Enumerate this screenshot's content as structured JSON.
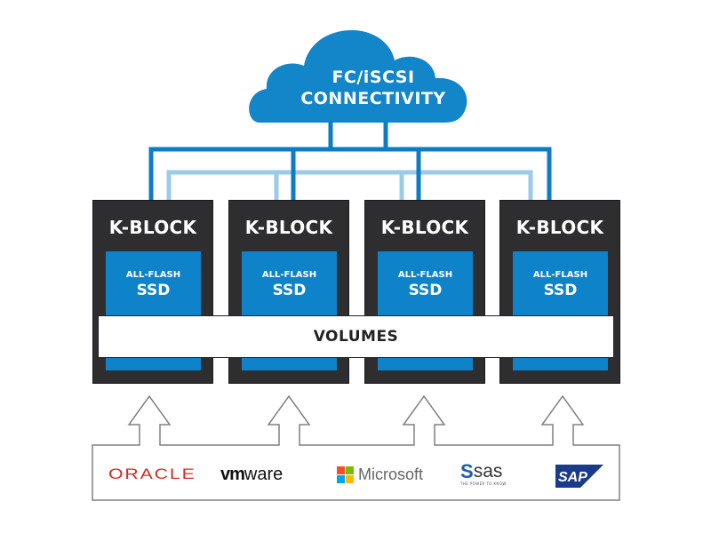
{
  "colors": {
    "cloud_blue": "#1385c9",
    "line_dark_blue": "#0e7cc4",
    "line_light_blue": "#9ccbe8",
    "kblock_bg": "#2e2e30",
    "ssd_blue": "#0f83c9",
    "outline_gray": "#808080",
    "oracle_red": "#d42a2a",
    "sap_blue": "#1a3b8a"
  },
  "cloud": {
    "line1": "FC/iSCSI",
    "line2": "CONNECTIVITY"
  },
  "kblocks": [
    {
      "title": "K-BLOCK",
      "ssd_sub": "ALL-FLASH",
      "ssd_main": "SSD"
    },
    {
      "title": "K-BLOCK",
      "ssd_sub": "ALL-FLASH",
      "ssd_main": "SSD"
    },
    {
      "title": "K-BLOCK",
      "ssd_sub": "ALL-FLASH",
      "ssd_main": "SSD"
    },
    {
      "title": "K-BLOCK",
      "ssd_sub": "ALL-FLASH",
      "ssd_main": "SSD"
    }
  ],
  "volumes": {
    "label": "VOLUMES"
  },
  "applications": {
    "oracle": "ORACLE",
    "vmware_bold": "vm",
    "vmware_rest": "ware",
    "microsoft": "Microsoft",
    "microsoft_colors": [
      "#f25022",
      "#7fba00",
      "#00a4ef",
      "#ffb900"
    ],
    "sas": "sas",
    "sas_tagline": "THE POWER TO KNOW.",
    "sap": "SAP"
  }
}
